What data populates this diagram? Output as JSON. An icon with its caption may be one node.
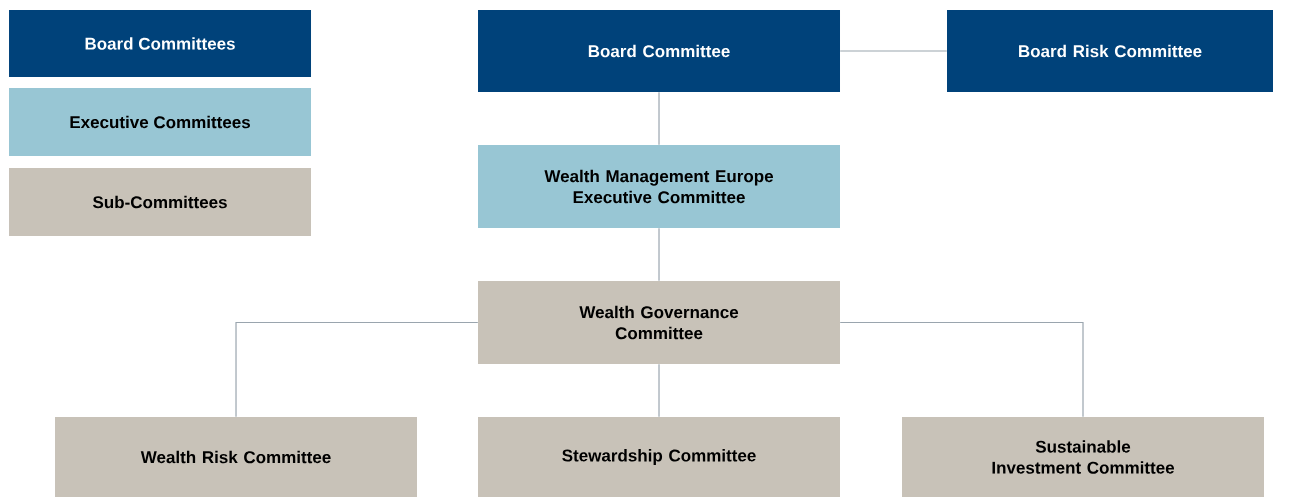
{
  "diagram": {
    "nodes": [
      {
        "text": [
          "Board Committee"
        ]
      },
      {
        "text": [
          "Board Risk Committee"
        ]
      },
      {
        "text": [
          "Wealth Management Europe Executive Committee"
        ]
      },
      {
        "text": [
          "Wealth Governance Committee"
        ]
      },
      {
        "text": [
          "Wealth Risk Committee"
        ]
      },
      {
        "text": [
          "Stewardship Committee"
        ]
      },
      {
        "text": [
          "Sustainable Investment Committee"
        ]
      }
    ],
    "edges": [
      {
        "from": 0,
        "to": 1,
        "arrow": "none"
      },
      {
        "from": 0,
        "to": 2,
        "arrow": "none"
      },
      {
        "from": 2,
        "to": 3,
        "arrow": "none"
      },
      {
        "from": 3,
        "to": 4,
        "arrow": "none"
      },
      {
        "from": 3,
        "to": 5,
        "arrow": "none"
      },
      {
        "from": 3,
        "to": 6,
        "arrow": "none"
      }
    ],
    "legend": [
      {
        "text": "Board Committees",
        "color": "#00427a"
      },
      {
        "text": "Executive Committees",
        "color": "#98c6d4"
      },
      {
        "text": "Sub-Committees",
        "color": "#c8c2b8"
      }
    ]
  }
}
